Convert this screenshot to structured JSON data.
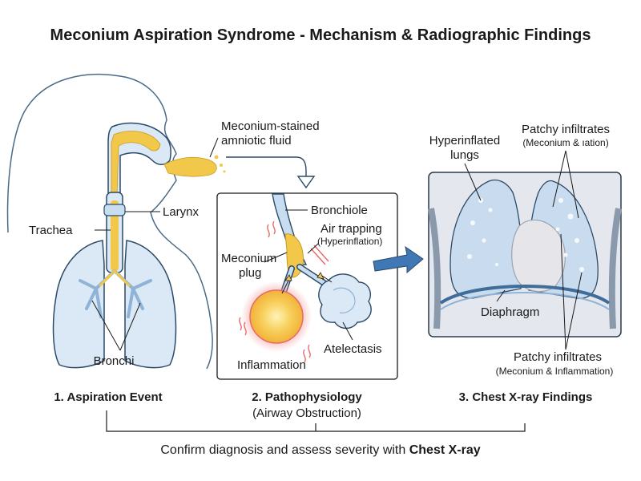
{
  "title": "Meconium Aspiration Syndrome - Mechanism & Radiographic Findings",
  "panel1": {
    "caption": "1. Aspiration Event",
    "labels": {
      "fluid_line1": "Meconium-stained",
      "fluid_line2": "amniotic fluid",
      "larynx": "Larynx",
      "trachea": "Trachea",
      "bronchi": "Bronchi"
    }
  },
  "panel2": {
    "caption": "2. Pathophysiology",
    "subcaption": "(Airway Obstruction)",
    "labels": {
      "bronchiole": "Bronchiole",
      "air_trapping": "Air trapping",
      "hyperinflation": "(Hyperinflation)",
      "plug_line1": "Meconium",
      "plug_line2": "plug",
      "atelectasis": "Atelectasis",
      "inflammation": "Inflammation"
    }
  },
  "panel3": {
    "caption": "3. Chest X-ray Findings",
    "labels": {
      "hyper_line1": "Hyperinflated",
      "hyper_line2": "lungs",
      "patchy_top": "Patchy infiltrates",
      "patchy_top_sub": "(Meconium & ıation)",
      "diaphragm": "Diaphragm",
      "patchy_bottom": "Patchy infiltrates",
      "patchy_bottom_sub": "(Meconium & Inflammation)"
    }
  },
  "footer": {
    "text_prefix": "Confirm diagnosis and assess severity with ",
    "text_bold": "Chest X-ray"
  },
  "colors": {
    "meconium": "#f2c84b",
    "airway": "#c9ddf0",
    "outline": "#2b4a68",
    "inflammation": "#e76a6a",
    "arrow": "#3f78b5"
  }
}
